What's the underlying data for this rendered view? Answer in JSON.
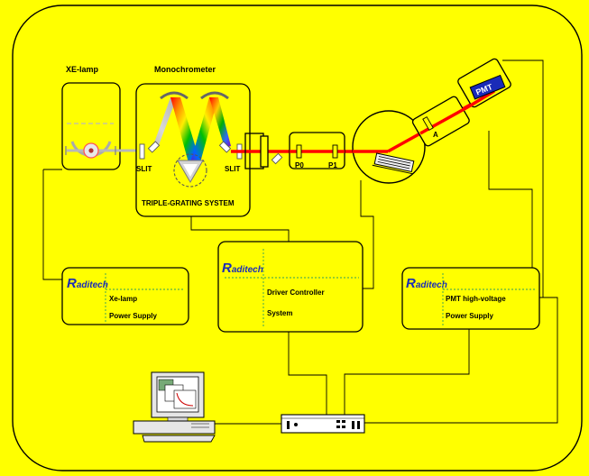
{
  "colors": {
    "background": "#ffff00",
    "outline": "#000000",
    "laser": "#ff0000",
    "brand_blue": "#1a2bb8",
    "dash_green": "#2f9e5c",
    "housing_gray": "#c8c8c8"
  },
  "labels": {
    "xe_lamp": "XE-lamp",
    "monochrometer": "Monochrometer",
    "slit_left": "SLIT",
    "slit_right": "SLIT",
    "triple_grating": "TRIPLE-GRATING SYSTEM",
    "p0": "P0",
    "p1": "P1",
    "a": "A",
    "pmt": "PMT"
  },
  "boxes": {
    "xe_supply": {
      "brand_initial": "R",
      "brand_rest": "aditech",
      "line1": "Xe-lamp",
      "line2": "Power Supply"
    },
    "driver": {
      "brand_initial": "R",
      "brand_rest": "aditech",
      "line1": "Driver Controller",
      "line2": "System"
    },
    "pmt_supply": {
      "brand_initial": "R",
      "brand_rest": "aditech",
      "line1": "PMT high-voltage",
      "line2": "Power Supply"
    }
  },
  "icons": [
    "computer-icon",
    "rack-controller-icon",
    "sample-stage-icon",
    "lens-icon"
  ]
}
